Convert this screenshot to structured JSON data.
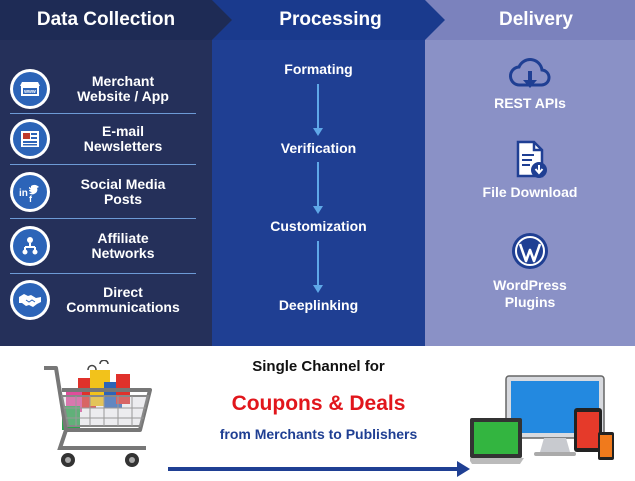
{
  "headers": {
    "data_collection": "Data Collection",
    "processing": "Processing",
    "delivery": "Delivery"
  },
  "data_collection": {
    "items": [
      {
        "line1": "Merchant",
        "line2": "Website / App",
        "icon": "website-icon",
        "icon_text": "www"
      },
      {
        "line1": "E-mail",
        "line2": "Newsletters",
        "icon": "newsletter-icon"
      },
      {
        "line1": "Social Media",
        "line2": "Posts",
        "icon": "social-media-icon"
      },
      {
        "line1": "Affiliate",
        "line2": "Networks",
        "icon": "network-icon"
      },
      {
        "line1": "Direct",
        "line2": "Communications",
        "icon": "handshake-icon"
      }
    ]
  },
  "processing": {
    "steps": [
      "Formating",
      "Verification",
      "Customization",
      "Deeplinking"
    ]
  },
  "delivery": {
    "items": [
      {
        "line1": "REST APIs",
        "line2": "",
        "icon": "cloud-download-icon"
      },
      {
        "line1": "File Download",
        "line2": "",
        "icon": "file-download-icon"
      },
      {
        "line1": "WordPress",
        "line2": "Plugins",
        "icon": "wordpress-icon"
      }
    ]
  },
  "bottom": {
    "line1": "Single Channel for",
    "line2": "Coupons & Deals",
    "line3": "from Merchants to Publishers"
  },
  "colors": {
    "data_collection_bg": "#25305a",
    "processing_bg": "#1f3f93",
    "delivery_bg": "#8a91c6",
    "accent_red": "#e1161c",
    "arrow": "#5fa8e8"
  }
}
